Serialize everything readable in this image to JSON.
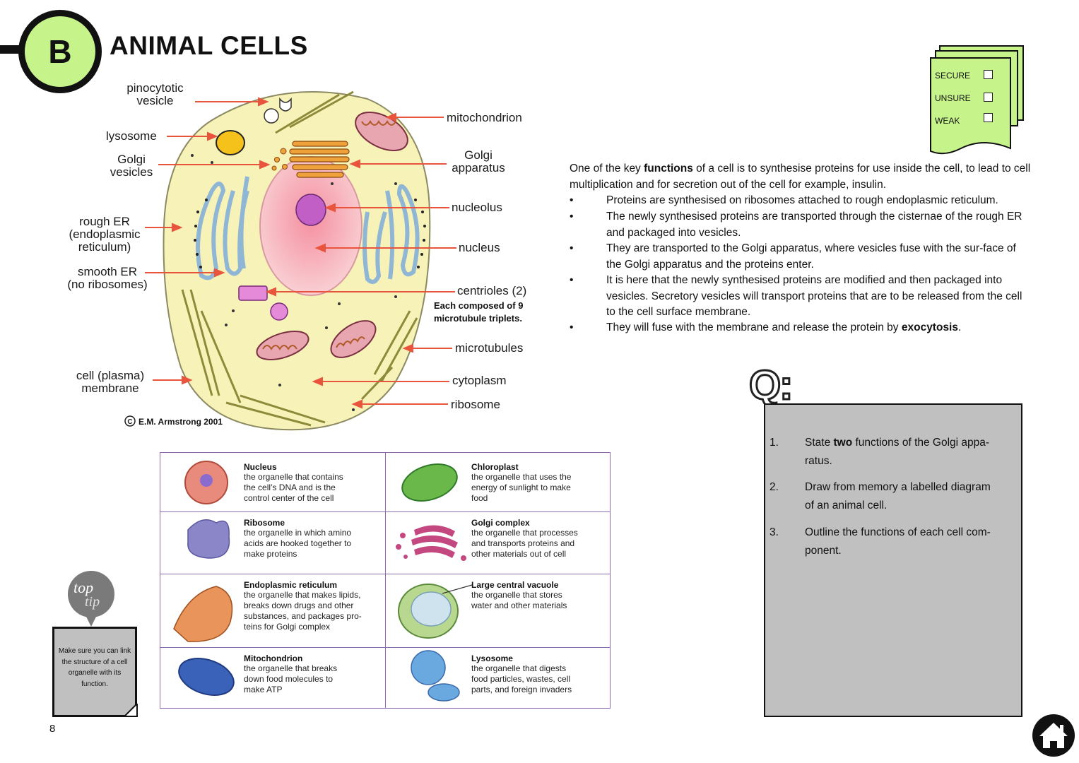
{
  "header": {
    "badge_letter": "B",
    "title": "ANIMAL CELLS"
  },
  "checklist": {
    "items": [
      "SECURE",
      "UNSURE",
      "WEAK"
    ]
  },
  "diagram": {
    "labels_left": {
      "pinocytotic": "pinocytotic\nvesicle",
      "lysosome": "lysosome",
      "golgi_vesicles": "Golgi\nvesicles",
      "rough_er": "rough ER\n(endoplasmic\nreticulum)",
      "smooth_er": "smooth ER\n(no ribosomes)",
      "membrane": "cell (plasma)\nmembrane"
    },
    "labels_right": {
      "mitochondrion": "mitochondrion",
      "golgi_apparatus": "Golgi\napparatus",
      "nucleolus": "nucleolus",
      "nucleus": "nucleus",
      "centrioles": "centrioles (2)",
      "centrioles_note": "Each composed of 9\nmicrotubule triplets.",
      "microtubules": "microtubules",
      "cytoplasm": "cytoplasm",
      "ribosome": "ribosome"
    },
    "copyright": "E.M. Armstrong 2001",
    "colors": {
      "cytoplasm": "#f7f2b8",
      "nucleus": "#f9c4c9",
      "nucleolus": "#c25fc6",
      "arrow": "#e8543c",
      "er": "#8fb6d4",
      "golgi": "#f0a23a",
      "lysosome": "#f4c21b",
      "mito": "#d1788a"
    }
  },
  "text": {
    "intro_pre": "One of the key ",
    "intro_bold": "functions",
    "intro_post": " of a cell is to synthesise proteins for use inside the cell, to lead to cell multiplication and for secretion out of the cell for example, insulin.",
    "bullets": [
      "Proteins are synthesised on ribosomes attached to rough endoplasmic reticulum.",
      "The newly synthesised proteins are transported through the cisternae of the rough ER and packaged into vesicles.",
      "They are transported to the Golgi apparatus, where vesicles fuse with the sur-face of the Golgi apparatus and the proteins enter.",
      "It is here that the newly synthesised proteins are modified and then packaged into vesicles. Secretory vesicles will transport proteins that are to be released from the cell to the cell surface membrane."
    ],
    "last_bullet_pre": "They will fuse with the membrane and release the protein by ",
    "last_bullet_bold": "exocytosis",
    "last_bullet_post": "."
  },
  "organelle_table": [
    {
      "name": "Nucleus",
      "desc": "the organelle that contains\nthe cell’s DNA and is the\ncontrol center of the cell"
    },
    {
      "name": "Chloroplast",
      "desc": "the organelle that uses the\nenergy of sunlight to make\nfood"
    },
    {
      "name": "Ribosome",
      "desc": "the organelle in which amino\nacids are hooked together to\nmake proteins"
    },
    {
      "name": "Golgi complex",
      "desc": "the organelle that processes\nand transports proteins and\nother materials out of cell"
    },
    {
      "name": "Endoplasmic reticulum",
      "desc": "the organelle that makes lipids,\nbreaks down drugs and other\nsubstances, and packages pro-\nteins for Golgi complex"
    },
    {
      "name": "Large central vacuole",
      "desc": "the organelle that stores\nwater and other materials"
    },
    {
      "name": "Mitochondrion",
      "desc": "the organelle that breaks\ndown food molecules to\nmake ATP"
    },
    {
      "name": "Lysosome",
      "desc": "the organelle that digests\nfood particles, wastes, cell\nparts, and foreign invaders"
    }
  ],
  "questions": {
    "heading": "Q:",
    "items": [
      {
        "num": "1.",
        "pre": "State ",
        "bold": "two",
        "post": " functions of the Golgi appa-\nratus."
      },
      {
        "num": "2.",
        "pre": "Draw from memory a labelled diagram\nof an animal cell.",
        "bold": "",
        "post": ""
      },
      {
        "num": "3.",
        "pre": "Outline the functions of each cell com-\nponent.",
        "bold": "",
        "post": ""
      }
    ]
  },
  "top_tip": {
    "top": "top",
    "tip": "tip",
    "text": "Make sure you can link the structure of a cell organelle with its function."
  },
  "page_number": "8",
  "home_icon": "home-icon"
}
